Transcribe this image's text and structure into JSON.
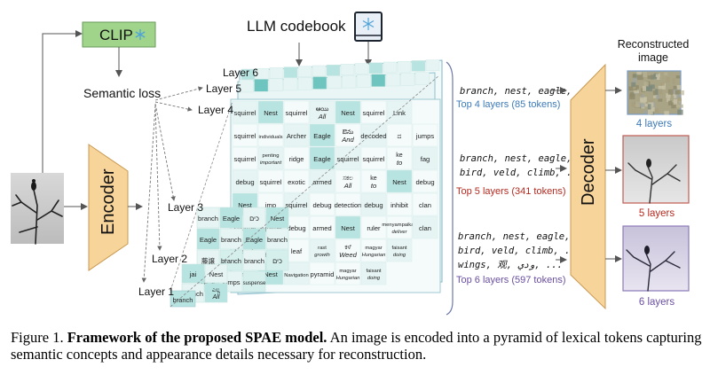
{
  "clip": {
    "label": "CLIP"
  },
  "codebook": {
    "label": "LLM codebook"
  },
  "semantic_loss": "Semantic loss",
  "encoder": "Encoder",
  "decoder": "Decoder",
  "layers": [
    "Layer 1",
    "Layer 2",
    "Layer 3",
    "Layer 4",
    "Layer 5",
    "Layer 6"
  ],
  "reconstructed_label": "Reconstructed\nimage",
  "outputs": [
    {
      "tokens_line1": "branch, nest, eagle, ...",
      "tokens_line2": "",
      "tokens_line3": "",
      "summary": "Top 4 layers (85 tokens)",
      "color": "#3d7ab8",
      "image_label": "4 layers",
      "frame_color": "#7a9cc4"
    },
    {
      "tokens_line1": "branch, nest, eagle, ...,",
      "tokens_line2": "bird, veld, climb, ...",
      "tokens_line3": "",
      "summary": "Top 5 layers (341 tokens)",
      "color": "#b52a1f",
      "image_label": "5 layers",
      "frame_color": "#c25a52"
    },
    {
      "tokens_line1": "branch, nest, eagle, ...,",
      "tokens_line2": "bird, veld, climb, ...,",
      "tokens_line3": "wings, 观, ودي, ...",
      "summary": "Top 6 layers (597 tokens)",
      "color": "#6a4fa0",
      "image_label": "6 layers",
      "frame_color": "#8c7ab8"
    }
  ],
  "grid_layer4": [
    [
      "squirrel",
      "Nest",
      "squirrel",
      "ఆయి All",
      "Nest",
      "squirrel",
      "Link"
    ],
    [
      "squirrel",
      "individuals",
      "Archer",
      "Eagle",
      "ఔను And",
      "decoded",
      "ದ",
      "jumps"
    ],
    [
      "squirrel",
      "penting important",
      "ridge",
      "Eagle",
      "squirrel",
      "squirrel",
      "ke to",
      "fag"
    ],
    [
      "debug",
      "squirrel",
      "exotic",
      "armed",
      "ಸಕಲ All",
      "ke to",
      "Nest",
      "debug"
    ],
    [
      "Nest",
      "imp",
      "squirrel",
      "debug",
      "detection",
      "debug",
      "inhibit",
      "clan"
    ],
    [
      "squirrel",
      "squirrel",
      "debug",
      "armed",
      "Nest",
      "ruler",
      "menyampaikan deliver",
      "clan"
    ],
    [
      "branch",
      "ಸ Bird",
      "leaf",
      "rast growth",
      "ಕಳೆ Weed",
      "magyar Hungarian",
      "faisant doing"
    ],
    [
      "armed",
      "Nest",
      "Navigation",
      "pyramid",
      "magyar Hungarian",
      "faisant doing"
    ]
  ],
  "grid_layer3": [
    [
      "branch",
      "Eagle",
      "כים",
      "Nest"
    ],
    [
      "Eagle",
      "branch",
      "Eagle",
      "branch"
    ],
    [
      "藤譲",
      "branch",
      "branch",
      "כים"
    ],
    [
      "Nest",
      "jumps",
      "suspense"
    ]
  ],
  "grid_layer2": [
    [
      "jai",
      "Nest"
    ],
    [
      "branch",
      "ಎಲ್ಲ All"
    ]
  ],
  "caption": {
    "prefix": "Figure 1.",
    "bold": "Framework of the proposed SPAE model.",
    "rest": "An image is encoded into a pyramid of lexical tokens capturing semantic concepts and appearance details necessary for reconstruction."
  },
  "colors": {
    "clip_fill": "#9fd48a",
    "encoder_fill": "#f7d49a",
    "decoder_fill": "#f7d49a",
    "cell_light": "#e6f5f4",
    "cell_mid": "#b7e3e0",
    "cell_dark": "#6ec4bf"
  },
  "icons": [
    "snowflake-icon",
    "book-icon"
  ]
}
